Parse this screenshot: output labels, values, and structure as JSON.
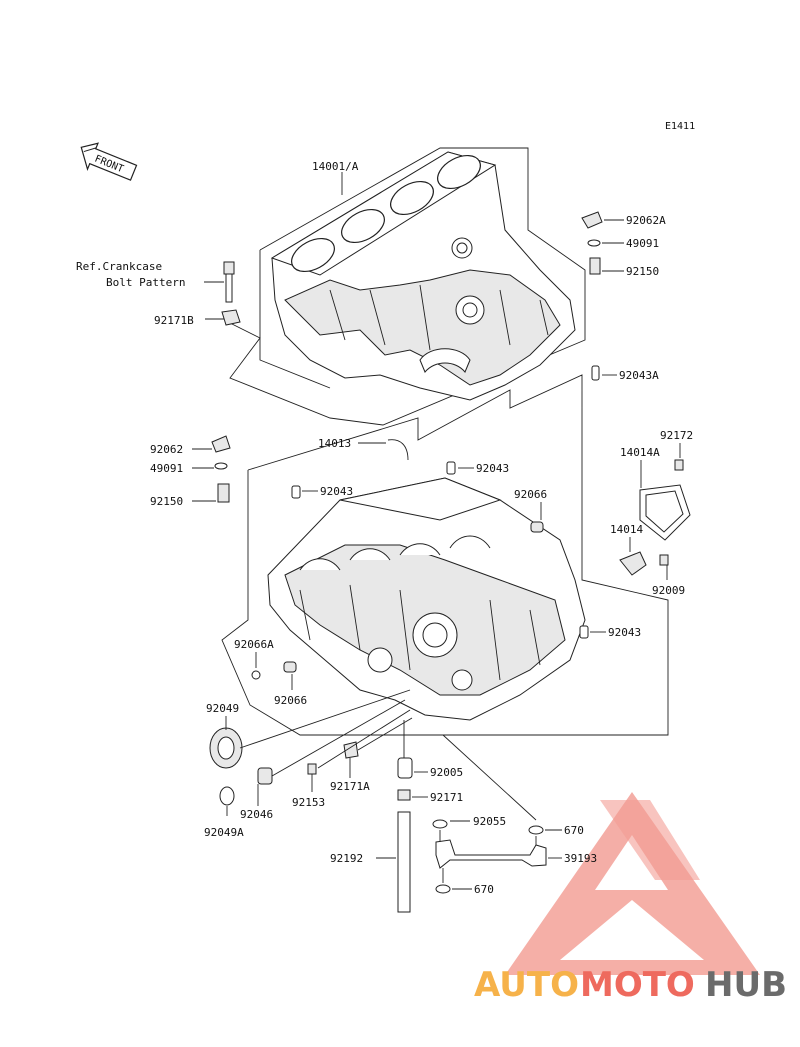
{
  "diagram_code": "E1411",
  "front_label": "FRONT",
  "ref_note": {
    "line1": "Ref.Crankcase",
    "line2": "Bolt Pattern"
  },
  "parts": {
    "p14001A": "14001/A",
    "p92062A": "92062A",
    "p49091_top": "49091",
    "p92150_top": "92150",
    "p92171B": "92171B",
    "p92043A": "92043A",
    "p92062": "92062",
    "p14013": "14013",
    "p49091_left": "49091",
    "p92150_left": "92150",
    "p92043_a": "92043",
    "p92043_b": "92043",
    "p92066_top": "92066",
    "p92172": "92172",
    "p14014A": "14014A",
    "p14014": "14014",
    "p92009": "92009",
    "p92043_c": "92043",
    "p92066A": "92066A",
    "p92066_low": "92066",
    "p92049": "92049",
    "p92005": "92005",
    "p92171A": "92171A",
    "p92153": "92153",
    "p92046": "92046",
    "p92171": "92171",
    "p92049A": "92049A",
    "p92055": "92055",
    "p670_top": "670",
    "p39193": "39193",
    "p92192": "92192",
    "p670_bot": "670"
  },
  "watermark": {
    "auto": "AUTO",
    "moto": "MOTO",
    "hub": "HUB",
    "triangle_color": "#f08b80"
  }
}
